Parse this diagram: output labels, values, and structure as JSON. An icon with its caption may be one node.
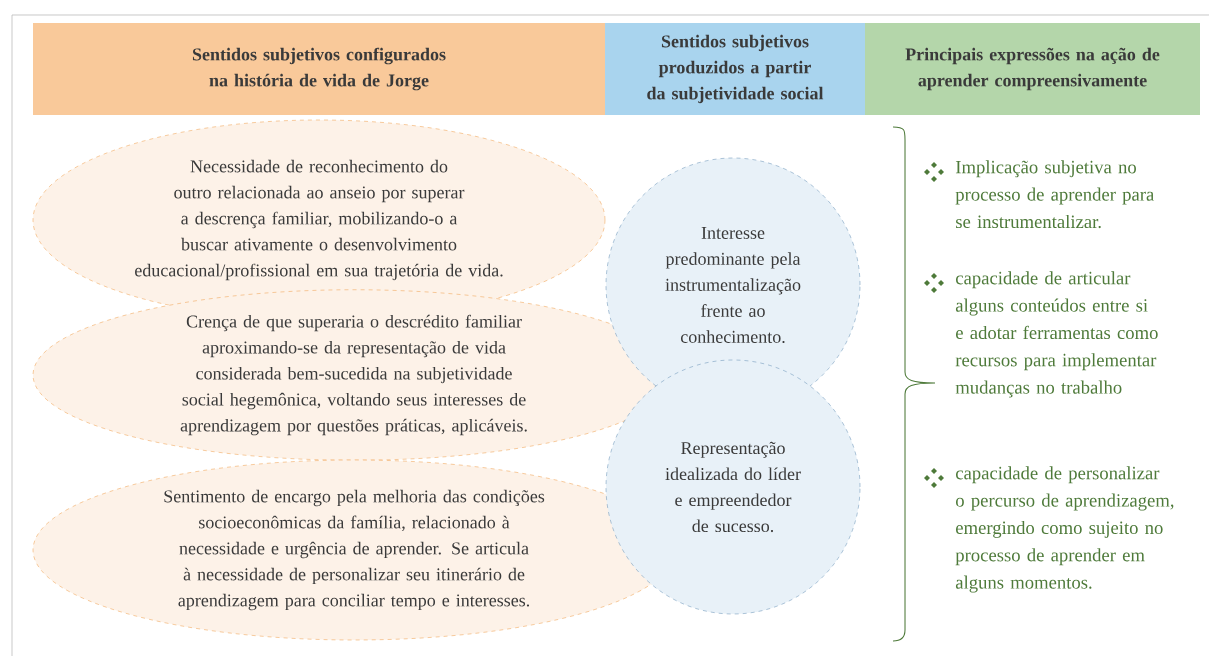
{
  "diagram": {
    "nodes": [
      {
        "text": [
          "Sentidos subjetivos configurados na história de vida de Jorge"
        ]
      },
      {
        "text": [
          "Sentidos subjetivos produzidos a partir da subjetividade social"
        ]
      },
      {
        "text": [
          "Principais expressões na ação de aprender compreensivamente"
        ]
      },
      {
        "text": [
          "Necessidade de reconhecimento do outro relacionada ao anseio por superar a descrença familiar, mobilizando-o a buscar ativamente o desenvolvimento educacional/profissional em sua trajetória de vida."
        ]
      },
      {
        "text": [
          "Crença de que superaria o descrédito familiar aproximando-se da representação de vida considerada bem-sucedida na subjetividade social hegemônica, voltando seus interesses de aprendizagem por questões práticas, aplicáveis."
        ]
      },
      {
        "text": [
          "Sentimento de encargo pela melhoria das condições socioeconômicas da família, relacionado à necessidade e urgência de aprender. Se articula à necessidade de personalizar seu itinerário de aprendizagem para conciliar tempo e interesses."
        ]
      },
      {
        "text": [
          "Interesse predominante pela instrumentalização frente ao conhecimento."
        ]
      },
      {
        "text": [
          "Representação idealizada do líder e empreendedor de sucesso."
        ]
      }
    ],
    "labels": [
      "Implicação subjetiva no processo de aprender para se instrumentalizar.",
      "capacidade de articular alguns conteúdos entre si e adotar ferramentas como recursos para implementar mudanças no trabalho",
      "capacidade de personalizar o percurso de aprendizagem, emergindo como sujeito no processo de aprender em alguns momentos."
    ]
  }
}
